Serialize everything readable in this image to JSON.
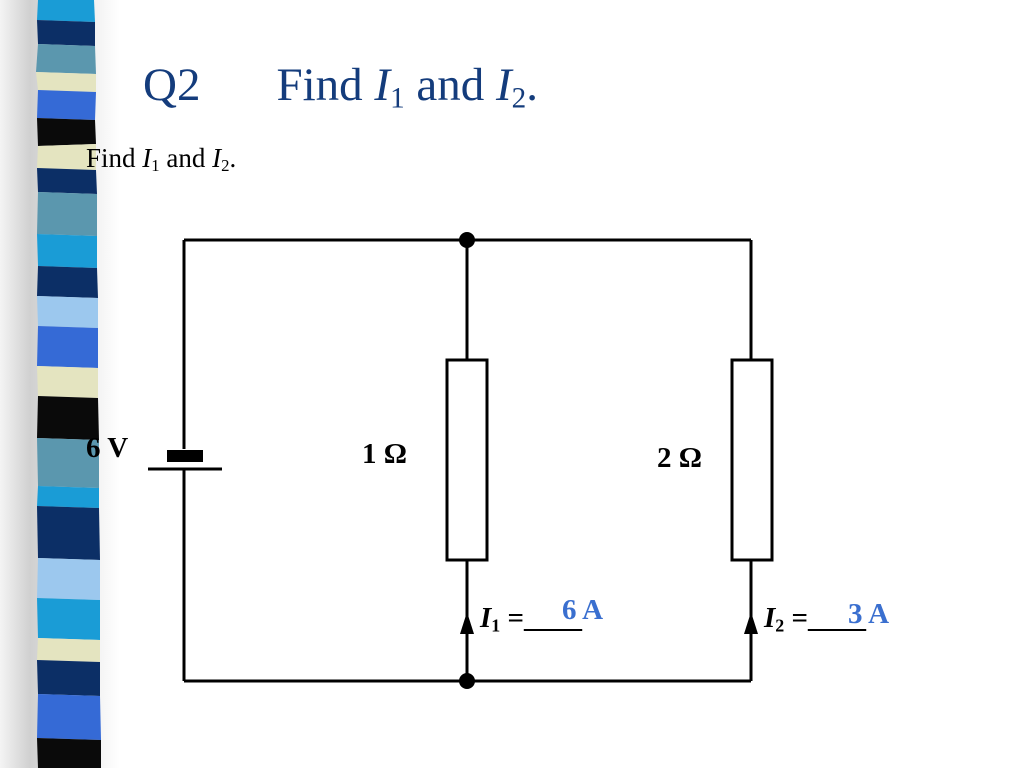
{
  "title": {
    "q_number": "Q2",
    "find": "Find",
    "var1": "I",
    "sub1": "1",
    "and": "and",
    "var2": "I",
    "sub2": "2",
    "period": "."
  },
  "subtitle": {
    "find": "Find",
    "var1": "I",
    "sub1": "1",
    "and": "and",
    "var2": "I",
    "sub2": "2",
    "period": "."
  },
  "circuit": {
    "battery_label": "6 V",
    "r1_label": "1 Ω",
    "r2_label": "2 Ω",
    "i1": {
      "var": "I",
      "sub": "1",
      "eq": "=____",
      "answer": "6 A"
    },
    "i2": {
      "var": "I",
      "sub": "2",
      "eq": "=____",
      "answer": "3 A"
    }
  },
  "colors": {
    "title": "#143c7c",
    "answer": "#3a6fcf",
    "wire": "#000000"
  }
}
